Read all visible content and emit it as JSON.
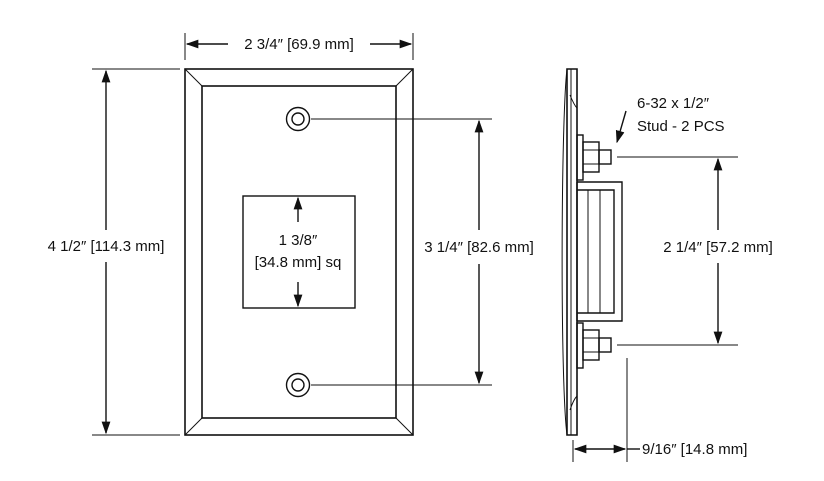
{
  "dimensions": {
    "plate_width": "2 3/4″ [69.9 mm]",
    "plate_height": "4 1/2″ [114.3 mm]",
    "hole_spacing": "3 1/4″ [82.6 mm]",
    "opening_size_line1": "1 3/8″",
    "opening_size_line2": "[34.8 mm] sq",
    "stud_spacing": "2 1/4″ [57.2 mm]",
    "depth": "9/16″ [14.8 mm]"
  },
  "callouts": {
    "stud_line1": "6-32 x 1/2″",
    "stud_line2": "Stud - 2 PCS"
  }
}
